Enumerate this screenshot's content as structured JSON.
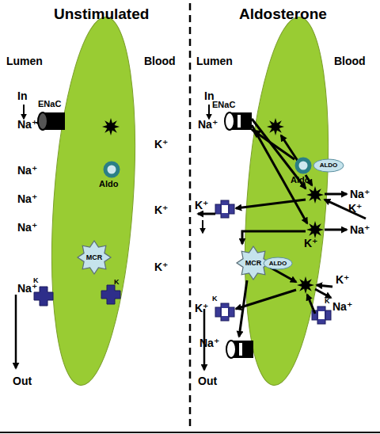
{
  "diagram": {
    "nodes": [
      {
        "text": [
          "ENaC"
        ]
      },
      {
        "text": [
          "Aldo"
        ]
      },
      {
        "text": [
          "MCR"
        ]
      },
      {
        "text": [
          "ENaC"
        ]
      },
      {
        "text": [
          "Aldo"
        ]
      },
      {
        "text": [
          "ALDO"
        ]
      },
      {
        "text": [
          "MCR"
        ]
      },
      {
        "text": [
          "ALDO"
        ]
      }
    ],
    "edges": [
      {
        "from": 4,
        "to": 3,
        "arrow": "to"
      }
    ],
    "labels": [
      "Unstimulated",
      "Lumen",
      "Blood",
      "In",
      "Na⁺",
      "K⁺",
      "Na⁺",
      "Na⁺",
      "K⁺",
      "Na⁺",
      "K⁺",
      "Na⁺",
      "K",
      "K",
      "Out",
      "Aldosterone",
      "Lumen",
      "Blood",
      "In",
      "Na⁺",
      "Na⁺",
      "K⁺",
      "K⁺",
      "Na⁺",
      "K⁺",
      "K⁺",
      "Na⁺",
      "K",
      "K⁺",
      "K",
      "Na⁺",
      "Out"
    ]
  }
}
